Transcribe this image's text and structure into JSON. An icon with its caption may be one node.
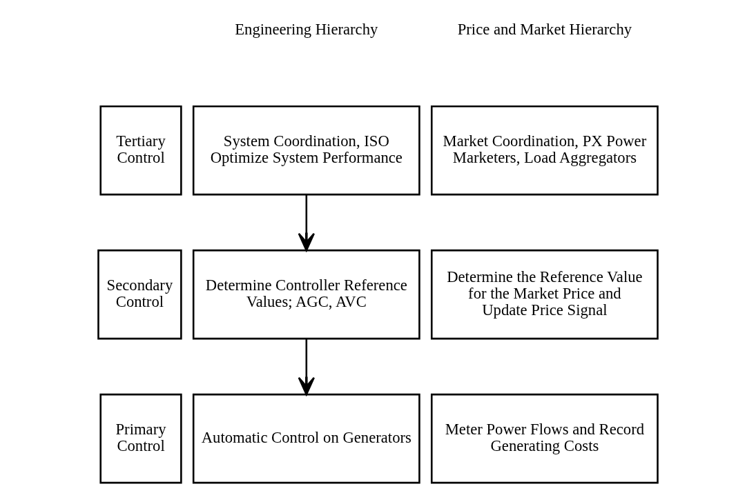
{
  "diagram": {
    "nodes": [
      {
        "text": [
          "Tertiary Control"
        ]
      },
      {
        "text": [
          "System Coordination, ISO Optimize System Performance"
        ]
      },
      {
        "text": [
          "Market Coordination, PX Power Marketers, Load Aggregators"
        ]
      },
      {
        "text": [
          "Secondary Control"
        ]
      },
      {
        "text": [
          "Determine Controller Reference Values; AGC, AVC"
        ]
      },
      {
        "text": [
          "Determine the Reference Value for the Market Price and Update Price Signal"
        ]
      },
      {
        "text": [
          "Primary Control"
        ]
      },
      {
        "text": [
          "Automatic Control on Generators"
        ]
      },
      {
        "text": [
          "Meter Power Flows and Record Generating Costs"
        ]
      }
    ],
    "edges": [
      {
        "from": 1,
        "to": 4,
        "arrow": "to"
      },
      {
        "from": 4,
        "to": 7,
        "arrow": "to"
      }
    ],
    "labels": [
      "Engineering Hierarchy",
      "Price and Market Hierarchy"
    ]
  }
}
